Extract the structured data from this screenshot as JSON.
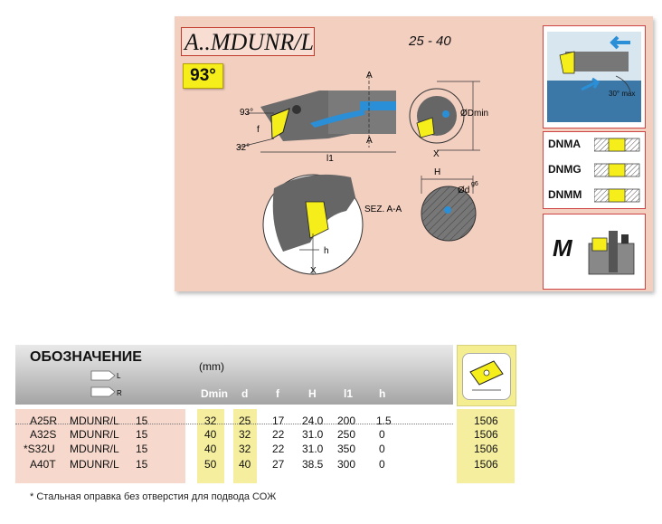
{
  "header": {
    "title": "A..MDUNR/L",
    "range": "25 -  40",
    "angle": "93°"
  },
  "drawing_labels": {
    "a_top": "A",
    "a_bottom": "A",
    "angle_93": "93°",
    "angle_32": "32°",
    "f": "f",
    "l1": "l1",
    "dmin": "ØDmin",
    "x_right": "X",
    "x_detail": "X",
    "h_detail": "h",
    "sez": "SEZ. A-A",
    "H": "H",
    "d": "Ød",
    "g6": "g6"
  },
  "sidebar": {
    "max_angle": "30° max",
    "grades": [
      "DNMA",
      "DNMG",
      "DNMM"
    ],
    "m_label": "M"
  },
  "table": {
    "designation_label": "ОБОЗНАЧЕНИЕ",
    "unit": "(mm)",
    "columns": [
      "Dmin",
      "d",
      "f",
      "H",
      "l1",
      "h"
    ],
    "rows": [
      {
        "code": "A25R",
        "name": "MDUNR/L",
        "size": "15",
        "Dmin": "32",
        "d": "25",
        "f": "17",
        "H": "24.0",
        "l1": "200",
        "h": "1.5",
        "insert": "1506"
      },
      {
        "code": "A32S",
        "name": "MDUNR/L",
        "size": "15",
        "Dmin": "40",
        "d": "32",
        "f": "22",
        "H": "31.0",
        "l1": "250",
        "h": "0",
        "insert": "1506"
      },
      {
        "code": "*S32U",
        "name": "MDUNR/L",
        "size": "15",
        "Dmin": "40",
        "d": "32",
        "f": "22",
        "H": "31.0",
        "l1": "350",
        "h": "0",
        "insert": "1506"
      },
      {
        "code": "A40T",
        "name": "MDUNR/L",
        "size": "15",
        "Dmin": "50",
        "d": "40",
        "f": "27",
        "H": "38.5",
        "l1": "300",
        "h": "0",
        "insert": "1506"
      }
    ],
    "hand_labels": [
      "L",
      "R"
    ]
  },
  "footnote": "* Стальная оправка без отверстия для подвода СОЖ",
  "colors": {
    "panel": "#f3cfc0",
    "insert_yellow": "#f5ee1a",
    "holder_grey": "#555555",
    "coolant_blue": "#2a8fd6"
  }
}
